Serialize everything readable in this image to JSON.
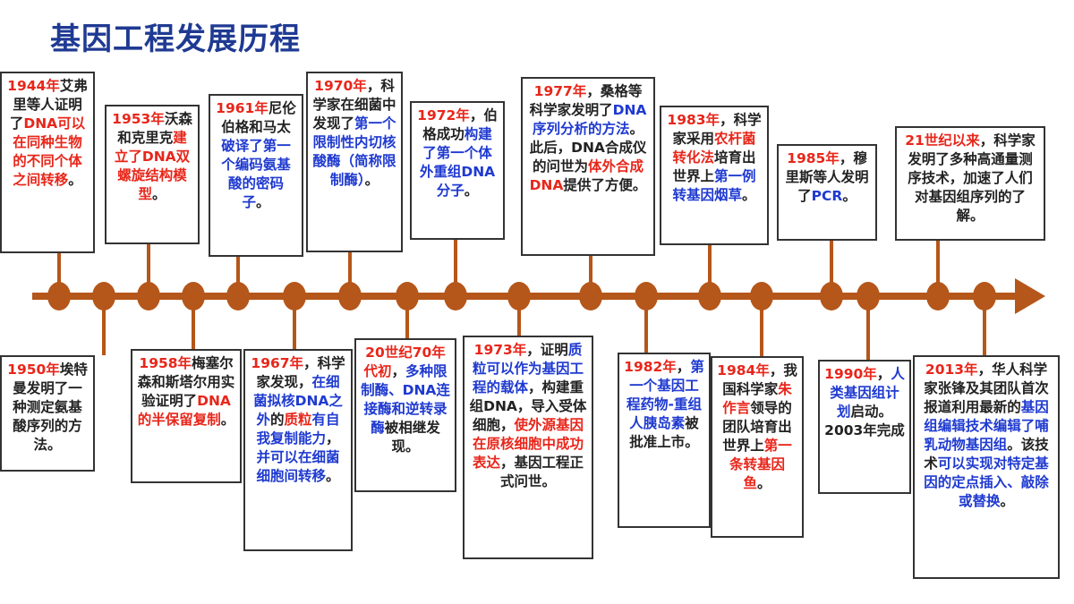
{
  "title": "基因工程发展历程",
  "colors": {
    "timeline": "#b5561a",
    "title": "#1f3a93",
    "red": "#e8261a",
    "blue": "#1f3ad0",
    "text": "#222222"
  },
  "events": [
    {
      "id": "e1944",
      "segments": [
        {
          "t": "1944年",
          "c": "red"
        },
        {
          "t": "艾弗里等人证明了",
          "c": "black"
        },
        {
          "t": "DNA可以在同种生物的不同个体之间转移",
          "c": "red"
        },
        {
          "t": "。",
          "c": "black"
        }
      ]
    },
    {
      "id": "e1950",
      "segments": [
        {
          "t": "1950年",
          "c": "red"
        },
        {
          "t": "埃特曼发明了一种测定氨基酸序列的方法。",
          "c": "black"
        }
      ]
    },
    {
      "id": "e1953",
      "segments": [
        {
          "t": "1953年",
          "c": "red"
        },
        {
          "t": "沃森和克里克",
          "c": "black"
        },
        {
          "t": "建立了DNA双螺旋结构模型",
          "c": "red"
        },
        {
          "t": "。",
          "c": "black"
        }
      ]
    },
    {
      "id": "e1958",
      "segments": [
        {
          "t": "1958年",
          "c": "red"
        },
        {
          "t": "梅塞尔森和斯塔尔用实验证明了",
          "c": "black"
        },
        {
          "t": "DNA的半保留复制",
          "c": "red"
        },
        {
          "t": "。",
          "c": "black"
        }
      ]
    },
    {
      "id": "e1961",
      "segments": [
        {
          "t": "1961年",
          "c": "red"
        },
        {
          "t": "尼伦伯格和马太",
          "c": "black"
        },
        {
          "t": "破译了第一个编码氨基酸的密码子",
          "c": "blue"
        },
        {
          "t": "。",
          "c": "black"
        }
      ]
    },
    {
      "id": "e1967",
      "segments": [
        {
          "t": "1967年",
          "c": "red"
        },
        {
          "t": "，科学家发现，",
          "c": "black"
        },
        {
          "t": "在细菌拟核DNA之外",
          "c": "blue"
        },
        {
          "t": "的",
          "c": "black"
        },
        {
          "t": "质粒",
          "c": "red"
        },
        {
          "t": "有自我复制能力",
          "c": "blue"
        },
        {
          "t": "，",
          "c": "black"
        },
        {
          "t": "并可以在细菌细胞间转移",
          "c": "blue"
        },
        {
          "t": "。",
          "c": "black"
        }
      ]
    },
    {
      "id": "e1970",
      "segments": [
        {
          "t": "1970年",
          "c": "red"
        },
        {
          "t": "，科学家在细菌中发现了",
          "c": "black"
        },
        {
          "t": "第一个限制性内切核酸酶（简称限制酶）",
          "c": "blue"
        },
        {
          "t": "。",
          "c": "black"
        }
      ]
    },
    {
      "id": "e1970s",
      "segments": [
        {
          "t": "20世纪70年代初",
          "c": "red"
        },
        {
          "t": "，",
          "c": "black"
        },
        {
          "t": "多种限制酶、DNA连接酶和逆转录酶",
          "c": "blue"
        },
        {
          "t": "被相继发现。",
          "c": "black"
        }
      ]
    },
    {
      "id": "e1972",
      "segments": [
        {
          "t": "1972年",
          "c": "red"
        },
        {
          "t": "，伯格成功",
          "c": "black"
        },
        {
          "t": "构建了第一个体外重组DNA分子",
          "c": "blue"
        },
        {
          "t": "。",
          "c": "black"
        }
      ]
    },
    {
      "id": "e1973",
      "segments": [
        {
          "t": "1973年",
          "c": "red"
        },
        {
          "t": "，证明",
          "c": "black"
        },
        {
          "t": "质粒可以作为基因工程的载体",
          "c": "blue"
        },
        {
          "t": "，构建重组DNA，导入受体细胞，",
          "c": "black"
        },
        {
          "t": "使外源基因在原核细胞中成功表达",
          "c": "red"
        },
        {
          "t": "，基因工程正式问世。",
          "c": "black"
        }
      ]
    },
    {
      "id": "e1977",
      "segments": [
        {
          "t": "1977年",
          "c": "red"
        },
        {
          "t": "，桑格等科学家发明了",
          "c": "black"
        },
        {
          "t": "DNA序列分析的方法",
          "c": "blue"
        },
        {
          "t": "。此后，DNA合成仪的问世为",
          "c": "black"
        },
        {
          "t": "体外合成DNA",
          "c": "red"
        },
        {
          "t": "提供了方便。",
          "c": "black"
        }
      ]
    },
    {
      "id": "e1982",
      "segments": [
        {
          "t": "1982年",
          "c": "red"
        },
        {
          "t": "，",
          "c": "black"
        },
        {
          "t": "第一个基因工程药物-重组人胰岛素",
          "c": "blue"
        },
        {
          "t": "被批准上市。",
          "c": "black"
        }
      ]
    },
    {
      "id": "e1983",
      "segments": [
        {
          "t": "1983年",
          "c": "red"
        },
        {
          "t": "，科学家采用",
          "c": "black"
        },
        {
          "t": "农杆菌转化法",
          "c": "red"
        },
        {
          "t": "培育出世界上",
          "c": "black"
        },
        {
          "t": "第一例转基因烟草",
          "c": "blue"
        },
        {
          "t": "。",
          "c": "black"
        }
      ]
    },
    {
      "id": "e1984",
      "segments": [
        {
          "t": "1984年",
          "c": "red"
        },
        {
          "t": "，我国科学家",
          "c": "black"
        },
        {
          "t": "朱作言",
          "c": "red"
        },
        {
          "t": "领导的团队培育出世界上",
          "c": "black"
        },
        {
          "t": "第一条转基因鱼",
          "c": "red"
        },
        {
          "t": "。",
          "c": "black"
        }
      ]
    },
    {
      "id": "e1985",
      "segments": [
        {
          "t": "1985年",
          "c": "red"
        },
        {
          "t": "，穆里斯等人发明了",
          "c": "black"
        },
        {
          "t": "PCR",
          "c": "blue"
        },
        {
          "t": "。",
          "c": "black"
        }
      ]
    },
    {
      "id": "e1990",
      "segments": [
        {
          "t": "1990年",
          "c": "red"
        },
        {
          "t": "，",
          "c": "black"
        },
        {
          "t": "人类基因组计划",
          "c": "blue"
        },
        {
          "t": "启动。2003年完成",
          "c": "black"
        }
      ]
    },
    {
      "id": "e21c",
      "segments": [
        {
          "t": "21世纪以来",
          "c": "red"
        },
        {
          "t": "，科学家发明了多种高通量测序技术，加速了人们对基因组序列的了解。",
          "c": "black"
        }
      ]
    },
    {
      "id": "e2013",
      "segments": [
        {
          "t": "2013年",
          "c": "red"
        },
        {
          "t": "，华人科学家张锋及其团队首次报道利用最新的",
          "c": "black"
        },
        {
          "t": "基因组编辑技术编辑了哺乳动物基因组",
          "c": "blue"
        },
        {
          "t": "。该技术",
          "c": "black"
        },
        {
          "t": "可以实现对特定基因的定点插入、敲除或替换",
          "c": "blue"
        },
        {
          "t": "。",
          "c": "black"
        }
      ]
    }
  ]
}
